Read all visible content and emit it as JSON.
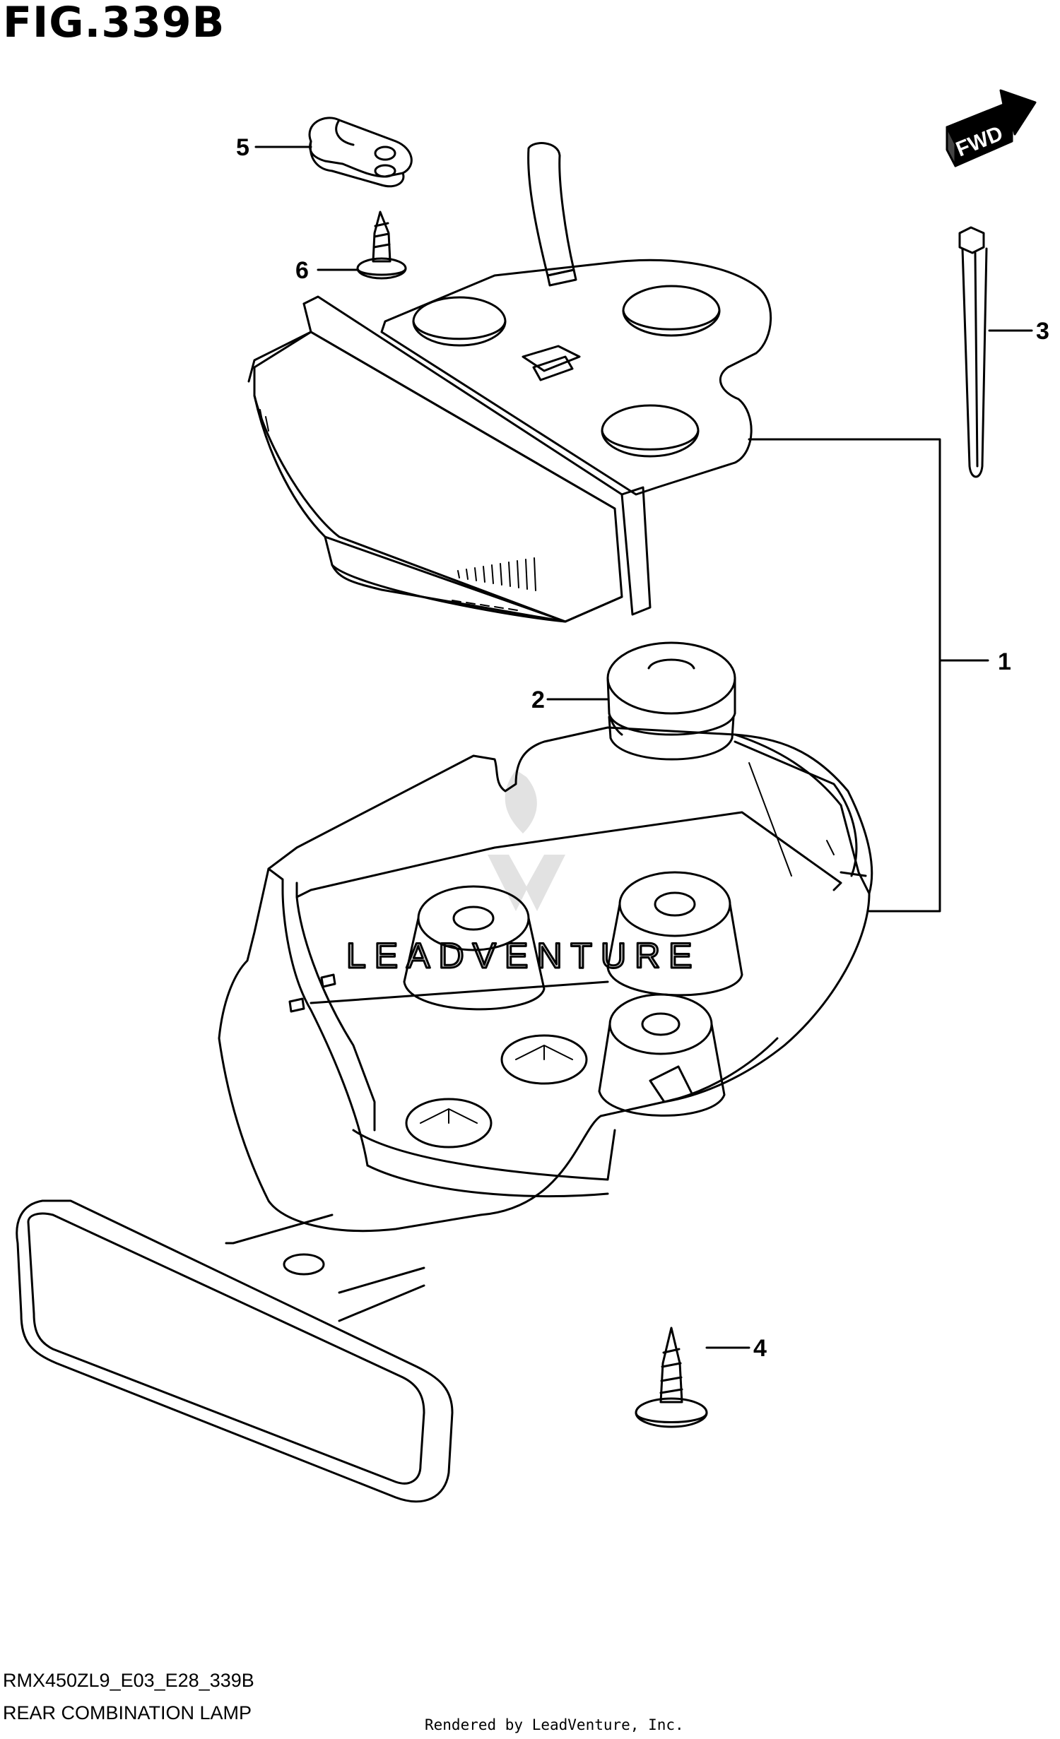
{
  "figure": {
    "title": "FIG.339B",
    "model_code": "RMX450ZL9_E03_E28_339B",
    "name": "REAR COMBINATION LAMP",
    "credit": "Rendered by LeadVenture, Inc.",
    "watermark": "LEADVENTURE",
    "direction_tag": "FWD"
  },
  "callouts": [
    "1",
    "2",
    "3",
    "4",
    "5",
    "6"
  ]
}
